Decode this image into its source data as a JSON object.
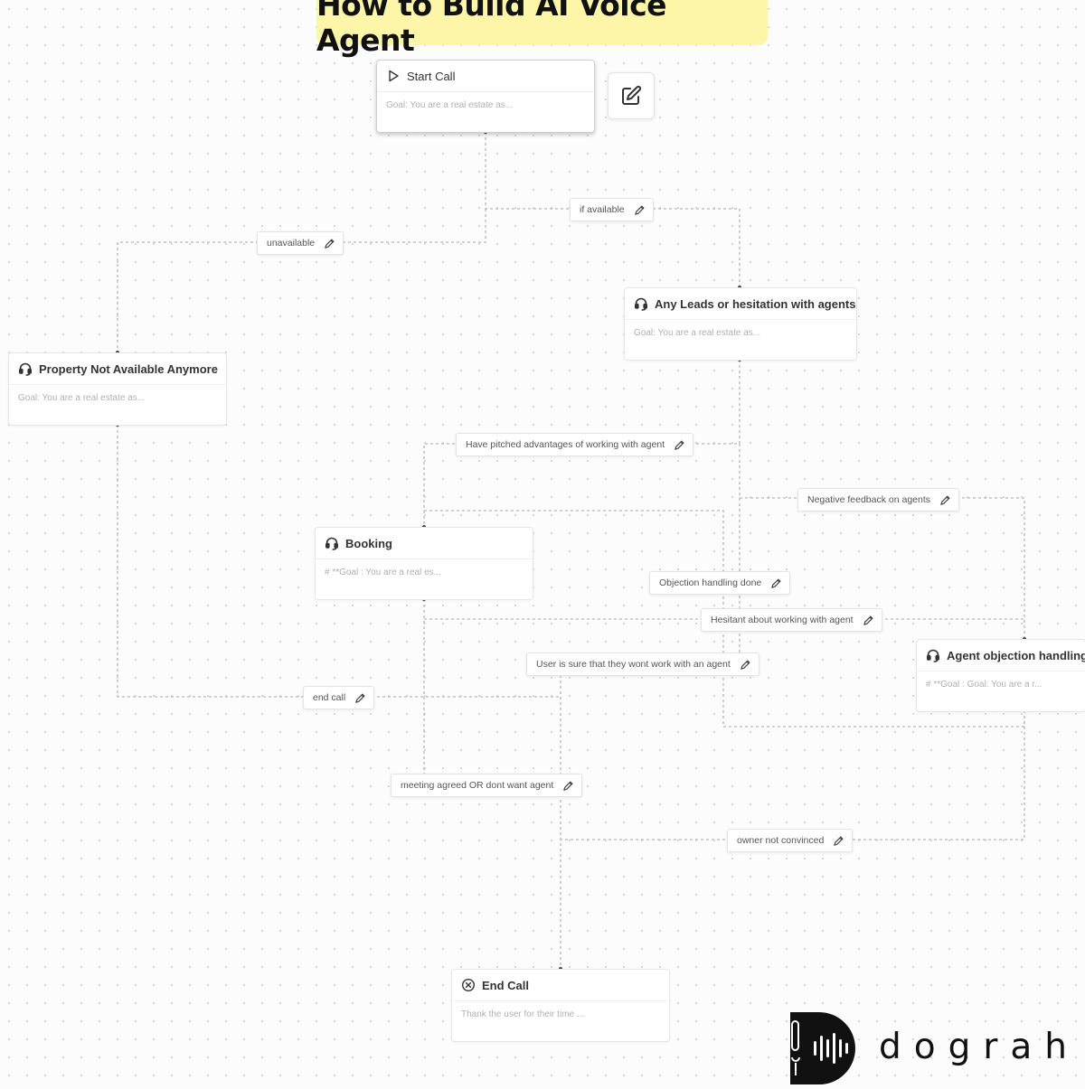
{
  "title": "How to Build AI Voice Agent",
  "nodes": {
    "start": {
      "title": "Start Call",
      "subtitle": "Goal: You are a real estate as..."
    },
    "leads": {
      "title": "Any Leads or hesitation with agents?",
      "subtitle": "Goal: You are a real estate as..."
    },
    "property": {
      "title": "Property Not Available Anymore",
      "subtitle": "Goal: You are a real estate as..."
    },
    "booking": {
      "title": "Booking",
      "subtitle": "# **Goal : You are a real es..."
    },
    "objection": {
      "title": "Agent objection handling",
      "subtitle": "# **Goal : Goal: You are a r..."
    },
    "end": {
      "title": "End Call",
      "subtitle": "Thank the user for their time ..."
    }
  },
  "edges": {
    "if_available": "if available",
    "unavailable": "unavailable",
    "pitched": "Have pitched advantages of working with agent",
    "negative": "Negative feedback on agents",
    "objection_done": "Objection handling done",
    "hesitant": "Hesitant about working with agent",
    "sure": "User is sure that they wont work with an agent",
    "end_call": "end call",
    "meeting": "meeting agreed OR dont want agent",
    "owner": "owner not convinced"
  },
  "brand": {
    "name": "dograh"
  },
  "colors": {
    "banner": "#fdf6a8",
    "edge": "#b5b5b5",
    "text": "#333333"
  }
}
